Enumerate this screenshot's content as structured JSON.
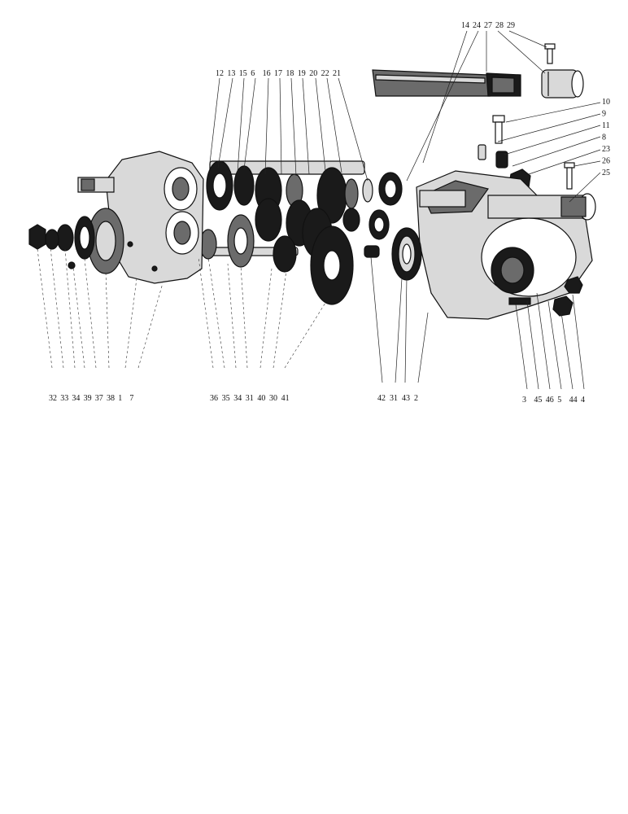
{
  "labels": {
    "top_right": [
      "14",
      "24",
      "27",
      "28",
      "29"
    ],
    "right_side": [
      "10",
      "9",
      "11",
      "8",
      "23",
      "26",
      "25"
    ],
    "top_middle": [
      "12",
      "13",
      "15",
      "6",
      "16",
      "17",
      "18",
      "19",
      "20",
      "22",
      "21"
    ],
    "bottom_left": [
      "32",
      "33",
      "34",
      "39",
      "37",
      "38",
      "1",
      "7"
    ],
    "bottom_middle": [
      "36",
      "35",
      "34",
      "31",
      "40",
      "30",
      "41"
    ],
    "bottom_center": [
      "42",
      "31",
      "43",
      "2"
    ],
    "bottom_right": [
      "3",
      "45",
      "46",
      "5",
      "44",
      "4"
    ]
  }
}
